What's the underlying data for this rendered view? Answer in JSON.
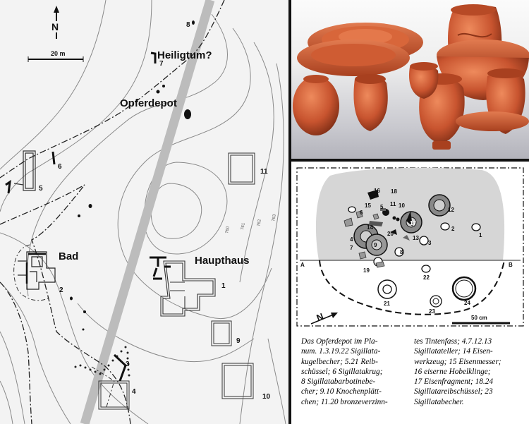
{
  "map": {
    "north": "N",
    "scale": "20 m",
    "labels": {
      "heiligtum": "Heiligtum?",
      "opferdepot": "Opferdepot",
      "bad": "Bad",
      "haupthaus": "Haupthaus"
    },
    "numbers": [
      "1",
      "2",
      "3",
      "4",
      "5",
      "6",
      "7",
      "8",
      "9",
      "10",
      "11"
    ],
    "contours": [
      "760",
      "761",
      "762",
      "763"
    ]
  },
  "plan": {
    "section_start": "A",
    "section_end": "B",
    "north": "N",
    "scale": "50 cm",
    "items": [
      "1",
      "2",
      "3",
      "4",
      "5",
      "6",
      "7",
      "8",
      "9",
      "10",
      "11",
      "12",
      "13",
      "14",
      "15",
      "16",
      "17",
      "18",
      "19",
      "20",
      "21",
      "22",
      "23",
      "24"
    ]
  },
  "caption": {
    "col1": "Das Opferdepot im Pla-\nnum. 1.3.19.22 Sigillata-\nkugelbecher; 5.21 Reib-\nschüssel; 6 Sigillatakrug;\n8 Sigillatabarbotinebe-\ncher; 9.10 Knochenplätt-\nchen; 11.20 bronzeverzinn-",
    "col2": "tes Tintenfass; 4.7.12.13\nSigillatateller; 14 Eisen-\nwerkzeug; 15 Eisenmesser;\n16 eiserne Hobelklinge;\n17 Eisenfragment; 18.24\nSigillatareibschüssel; 23\nSigillatabecher."
  },
  "colors": {
    "terra_sigillata": "#c8542f",
    "road": "#bdbdbd",
    "line": "#111111"
  }
}
